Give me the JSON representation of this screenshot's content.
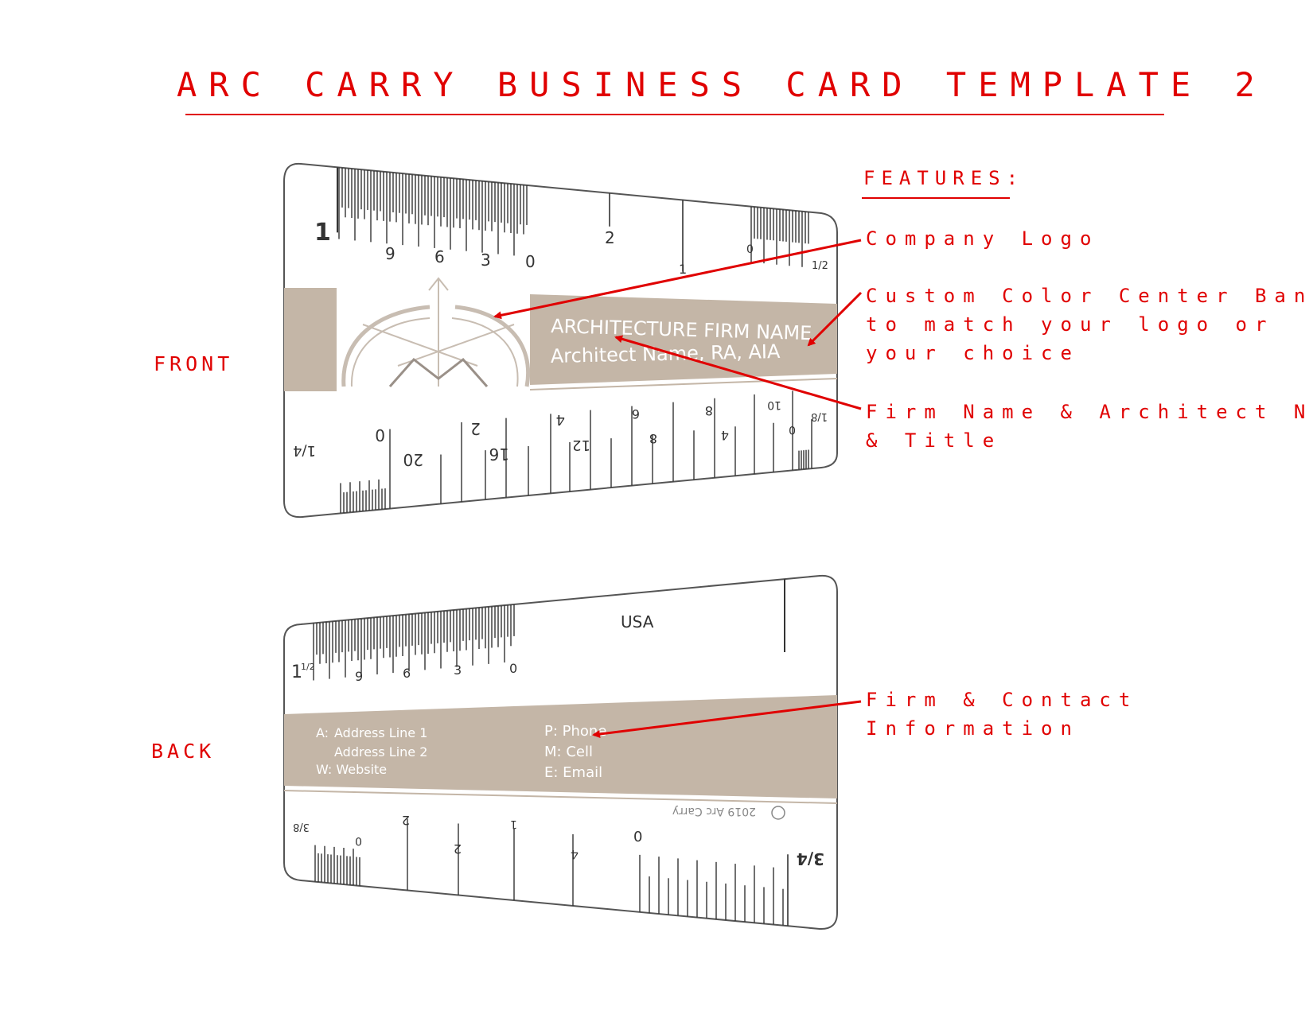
{
  "title": "ARC CARRY BUSINESS CARD TEMPLATE 2",
  "labels": {
    "front": "FRONT",
    "back": "BACK"
  },
  "features": {
    "heading": "FEATURES:",
    "items": [
      "Company Logo",
      "Custom Color Center Band\nto match your logo or\nyour choice",
      "Firm Name & Architect Name\n& Title",
      "Firm & Contact\nInformation"
    ]
  },
  "front": {
    "firm_name": "ARCHITECTURE FIRM NAME",
    "architect": "Architect Name, RA, AIA",
    "top_scale": {
      "big": "1",
      "nums": [
        "9",
        "6",
        "3",
        "0",
        "2",
        "1",
        "0"
      ],
      "fraction": "1/2"
    },
    "bottom_scale": {
      "fraction_left": "1/4",
      "nums": [
        "0",
        "20",
        "2",
        "16",
        "4",
        "12",
        "6",
        "8",
        "8",
        "4",
        "10",
        "0"
      ],
      "fraction_right": "1/8"
    }
  },
  "back": {
    "country": "USA",
    "top_scale": {
      "big": "1",
      "sup": "1/2",
      "nums": [
        "9",
        "6",
        "3",
        "0"
      ]
    },
    "address_label": "A:",
    "address_line1": "Address Line 1",
    "address_line2": "Address Line 2",
    "website": "W: Website",
    "phone": "P: Phone",
    "cell": "M: Cell",
    "email": "E: Email",
    "copyright": "2019 Arc Carry",
    "bottom_scale": {
      "fraction_left": "3/8",
      "nums": [
        "0",
        "2",
        "2",
        "1",
        "4",
        "0"
      ],
      "fraction_right": "3/4"
    }
  },
  "colors": {
    "accent": "#e00000",
    "band": "#c4b6a7",
    "outline": "#555555"
  }
}
